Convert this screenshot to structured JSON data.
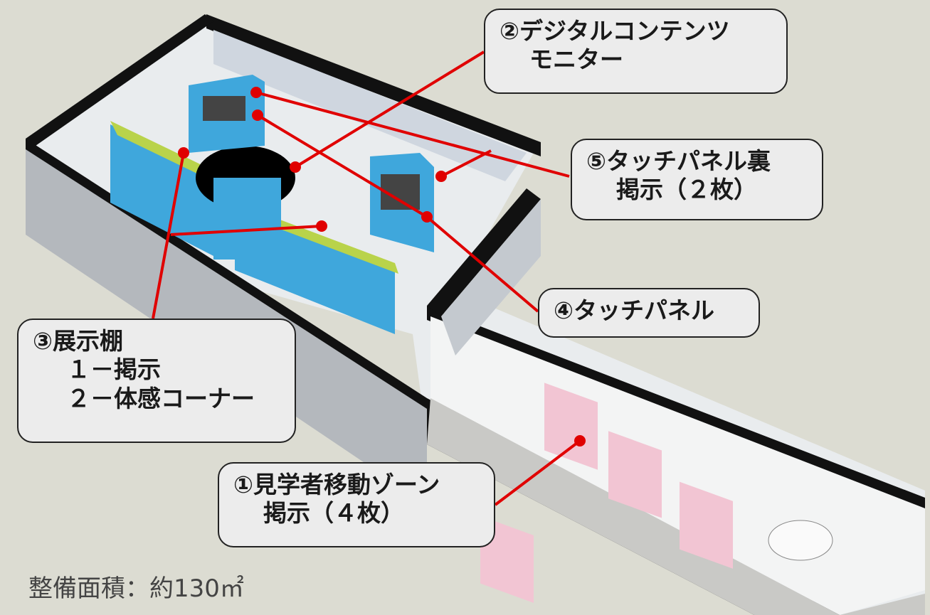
{
  "callouts": {
    "c2": {
      "line1": "②デジタルコンテンツ",
      "line2": "モニター"
    },
    "c5": {
      "line1": "⑤タッチパネル裏",
      "line2": "掲示（２枚）"
    },
    "c4": {
      "line1": "④タッチパネル"
    },
    "c3": {
      "line1": "③展示棚",
      "line2": "１－掲示",
      "line3": "２－体感コーナー"
    },
    "c1": {
      "line1": "①見学者移動ゾーン",
      "line2": "掲示（４枚）"
    }
  },
  "area_note": "整備面積：約130㎡",
  "colors": {
    "background": "#dcdcd2",
    "leader_line": "#e00000",
    "panel_blue": "#3fa7dc",
    "shelf_green": "#b9d34a"
  }
}
